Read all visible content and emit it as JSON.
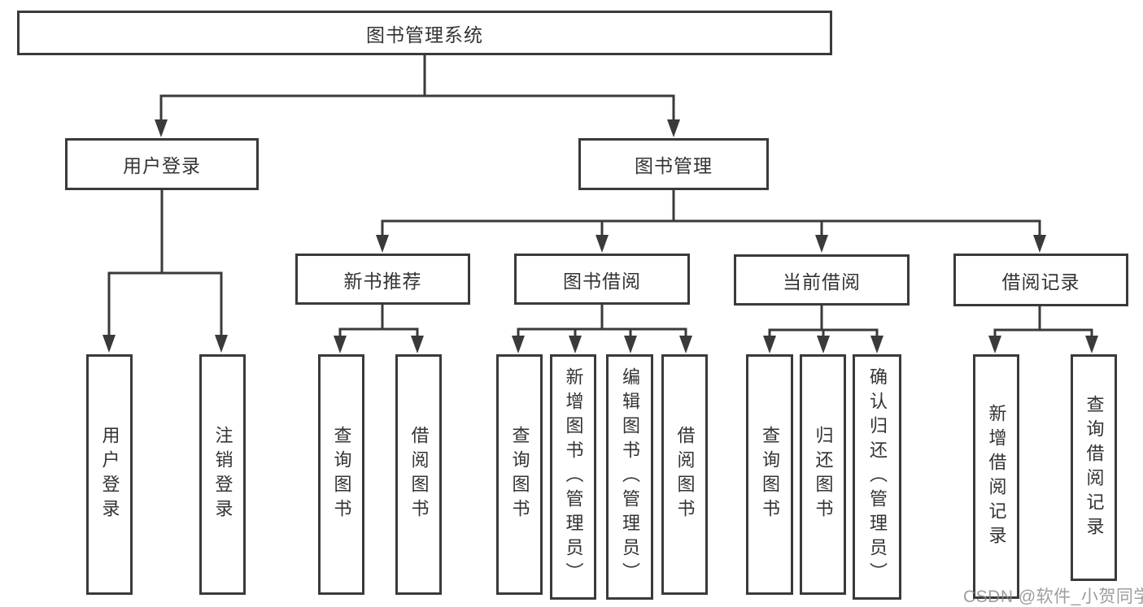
{
  "diagram": {
    "root": {
      "label": "图书管理系统"
    },
    "children": [
      {
        "label": "用户登录",
        "children": [
          {
            "label": "用户登录"
          },
          {
            "label": "注销登录"
          }
        ]
      },
      {
        "label": "图书管理",
        "children": [
          {
            "label": "新书推荐",
            "children": [
              {
                "label": "查询图书"
              },
              {
                "label": "借阅图书"
              }
            ]
          },
          {
            "label": "图书借阅",
            "children": [
              {
                "label": "查询图书"
              },
              {
                "label": "新增图书（管理员）"
              },
              {
                "label": "编辑图书（管理员）"
              },
              {
                "label": "借阅图书"
              }
            ]
          },
          {
            "label": "当前借阅",
            "children": [
              {
                "label": "查询图书"
              },
              {
                "label": "归还图书"
              },
              {
                "label": "确认归还（管理员）"
              }
            ]
          },
          {
            "label": "借阅记录",
            "children": [
              {
                "label": "新增借阅记录"
              },
              {
                "label": "查询借阅记录"
              }
            ]
          }
        ]
      }
    ]
  },
  "watermark": {
    "text": "CSDN @软件_小贺同学"
  },
  "colors": {
    "line": "#3a3a3a",
    "text": "#333333",
    "watermark": "#8c8c8c",
    "background": "#ffffff"
  }
}
